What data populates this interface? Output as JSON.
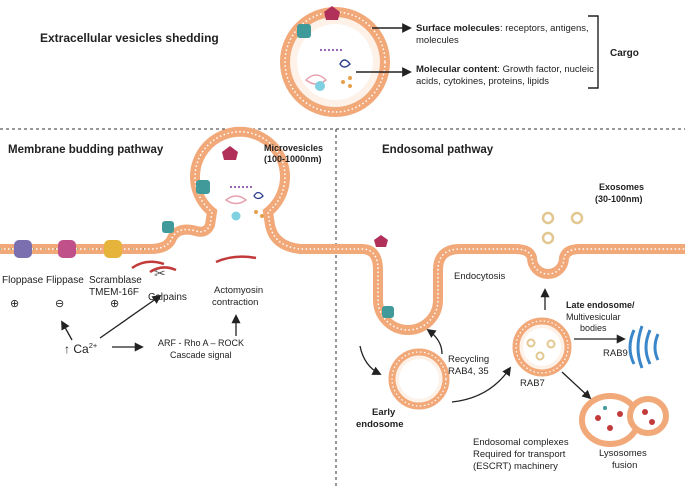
{
  "colors": {
    "membrane": "#f2a97a",
    "membrane_light": "#fbe3d2",
    "receptor": "#b0305a",
    "antigen": "#3f9a99",
    "flippase": "#7b6fb0",
    "flippase2": "#c0508a",
    "scramblase": "#e6b43a",
    "golgi": "#3b86c9",
    "lysosome_dot": "#c23a3a",
    "text": "#222222"
  },
  "top": {
    "title": "Extracellular vesicles shedding",
    "surface_bold": "Surface molecules",
    "surface_rest": ": receptors, antigens,",
    "surface_line2": "molecules",
    "molecular_bold": "Molecular content",
    "molecular_rest": ": Growth factor, nucleic",
    "molecular_line2": "acids, cytokines, proteins, lipids",
    "cargo": "Cargo"
  },
  "left": {
    "title": "Membrane budding pathway",
    "microvesicles": "Microvesicles",
    "microvesicles_size": "(100-1000nm)",
    "floppase": "Floppase",
    "flippase": "Flippase",
    "scramblase": "Scramblase",
    "tmem": "TMEM-16F",
    "plus1": "⊕",
    "minus": "⊖",
    "plus2": "⊕",
    "calpains": "Calpains",
    "actomyosin": "Actomyosin",
    "contraction": "contraction",
    "ca": "↑ Ca",
    "ca_sup": "2+",
    "arf": "ARF - Rho A – ROCK",
    "cascade": "Cascade signal"
  },
  "right": {
    "title": "Endosomal pathway",
    "exosomes": "Exosomes",
    "exosomes_size": "(30-100nm)",
    "endocytosis": "Endocytosis",
    "late1": "Late endosome/",
    "late2": "Multivesicular",
    "late3": "bodies",
    "recycling1": "Recycling",
    "recycling2": "RAB4, 35",
    "rab9": "RAB9",
    "rab7": "RAB7",
    "early1": "Early",
    "early2": "endosome",
    "escrt1": "Endosomal complexes",
    "escrt2": "Required for transport",
    "escrt3": "(ESCRT) machinery",
    "lyso1": "Lysosomes",
    "lyso2": "fusion"
  }
}
